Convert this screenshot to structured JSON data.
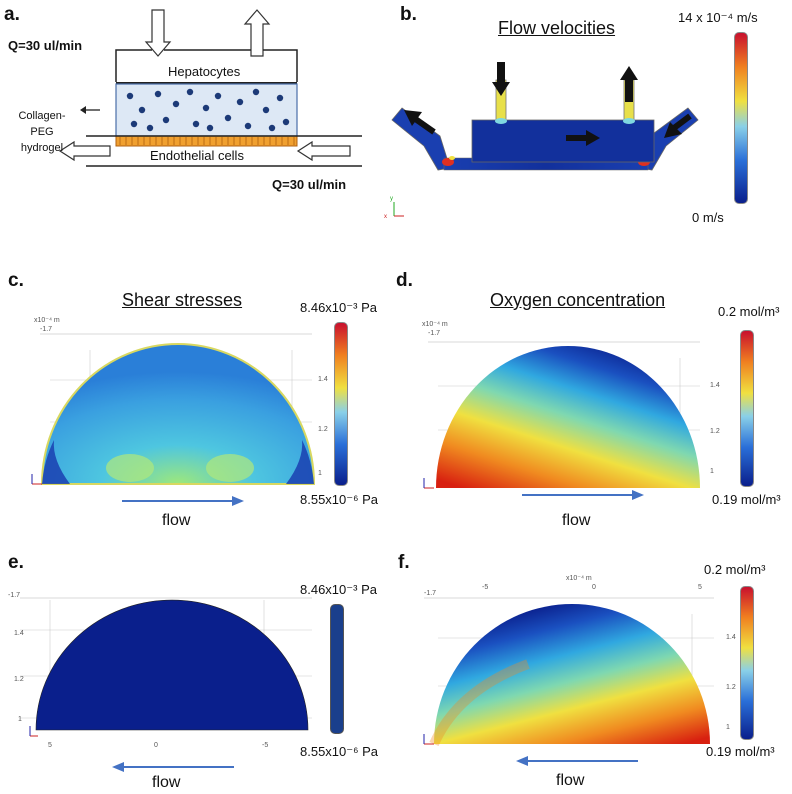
{
  "panels": {
    "a": {
      "letter": "a.",
      "flow_in": "Q=30 ul/min",
      "flow_out": "Q=30 ul/min",
      "hepatocytes": "Hepatocytes",
      "endothelial": "Endothelial cells",
      "hydrogel_l1": "Collagen-",
      "hydrogel_l2": "PEG",
      "hydrogel_l3": "hydrogel"
    },
    "b": {
      "letter": "b.",
      "title": "Flow velocities",
      "scale_max": "14 x 10⁻⁴ m/s",
      "scale_min": "0 m/s"
    },
    "c": {
      "letter": "c.",
      "title": "Shear stresses",
      "scale_max": "8.46x10⁻³ Pa",
      "scale_min": "8.55x10⁻⁶ Pa",
      "flow": "flow",
      "axis_unit": "x10⁻⁴ m",
      "axis_top": "-1.7",
      "ticks_y": [
        "1.4",
        "1.2",
        "1"
      ]
    },
    "d": {
      "letter": "d.",
      "title": "Oxygen concentration",
      "scale_max": "0.2 mol/m³",
      "scale_min": "0.19 mol/m³",
      "flow": "flow",
      "axis_unit": "x10⁻⁴ m",
      "axis_top": "-1.7",
      "ticks_y": [
        "1.4",
        "1.2",
        "1"
      ]
    },
    "e": {
      "letter": "e.",
      "scale_max": "8.46x10⁻³ Pa",
      "scale_min": "8.55x10⁻⁶ Pa",
      "flow": "flow",
      "axis_top": "-1.7",
      "ticks_y": [
        "1.4",
        "1.2",
        "1"
      ],
      "ticks_x": [
        "5",
        "0",
        "-5"
      ]
    },
    "f": {
      "letter": "f.",
      "scale_max": "0.2 mol/m³",
      "scale_min": "0.19 mol/m³",
      "flow": "flow",
      "axis_unit": "x10⁻⁴ m",
      "axis_top": "-1.7",
      "ticks_y": [
        "1.4",
        "1.2",
        "1"
      ],
      "ticks_x": [
        "-5",
        "0",
        "5"
      ]
    }
  },
  "colors": {
    "jet_dark_blue": "#0a1f8c",
    "jet_red": "#c8102e",
    "flow_arrow": "#4472c4",
    "gel_fill": "#dde8f5",
    "endothelial": "#f0a030"
  }
}
